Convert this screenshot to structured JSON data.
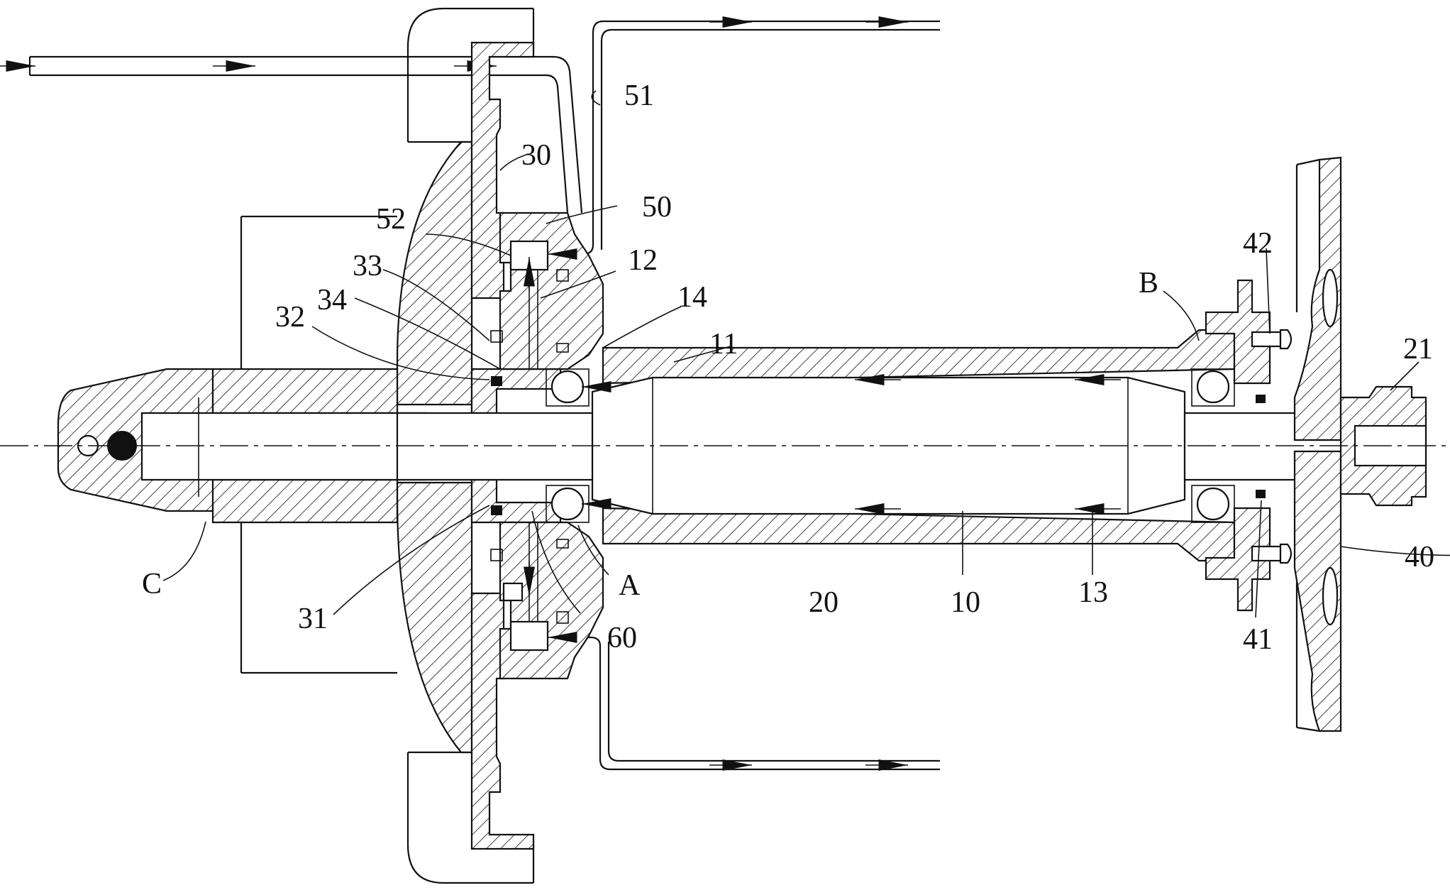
{
  "labels": {
    "l51": "51",
    "l30": "30",
    "l50": "50",
    "l52": "52",
    "l12": "12",
    "l33": "33",
    "l34": "34",
    "l14": "14",
    "l32": "32",
    "l11": "11",
    "lB": "B",
    "l42": "42",
    "l21": "21",
    "lC": "C",
    "l31": "31",
    "lA": "A",
    "l60": "60",
    "l20": "20",
    "l10": "10",
    "l13": "13",
    "l41": "41",
    "l40": "40"
  }
}
